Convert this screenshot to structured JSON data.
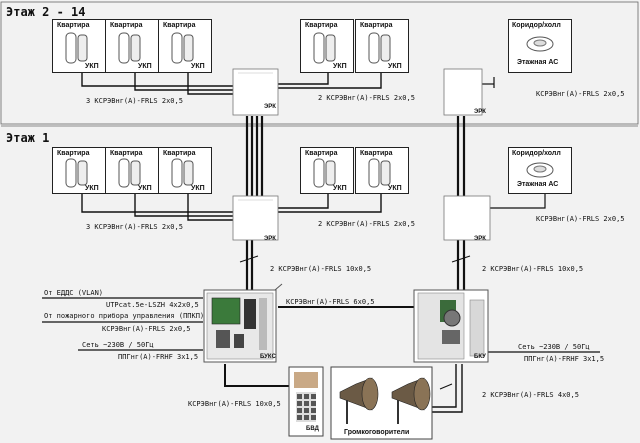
{
  "floors": {
    "upper": {
      "title": "Этаж 2 - 14"
    },
    "ground": {
      "title": "Этаж 1"
    }
  },
  "labels": {
    "apartment": "Квартира",
    "ukp": "УКП",
    "corridor": "Коридор/холл",
    "floor_as": "Этажная АС",
    "erk": "ЭРК",
    "buks": "БУКС",
    "bku": "БКУ",
    "bvd": "БВД",
    "speakers": "Громкоговорители"
  },
  "cables": {
    "upper_left": "3 КСРЭВнг(А)-FRLS 2х0,5",
    "upper_mid": "2 КСРЭВнг(А)-FRLS 2х0,5",
    "upper_right": "КСРЭВнг(А)-FRLS 2х0,5",
    "ground_left": "3 КСРЭВнг(А)-FRLS 2х0,5",
    "ground_mid": "2 КСРЭВнг(А)-FRLS 2х0,5",
    "ground_right": "КСРЭВнг(А)-FRLS 2х0,5",
    "riser_left": "2 КСРЭВнг(А)-FRLS 10х0,5",
    "riser_right": "2 КСРЭВнг(А)-FRLS 10х0,5",
    "edds_in": "От ЕДДС (VLAN)",
    "edds_cable": "UTPcat.5e-LSZH 4х2х0,5",
    "fire_in": "От пожарного прибора управления (ППКП)",
    "fire_cable": "КСРЭВнг(А)-FRLS 2х0,5",
    "mains_left": "Сеть ~230В / 50Гц",
    "mains_left_cable": "ППГнг(А)-FRHF 3х1,5",
    "link": "КСРЭВнг(А)-FRLS 6х0,5",
    "mains_right": "Сеть ~230В / 50Гц",
    "mains_right_cable": "ППГнг(А)-FRHF 3х1,5",
    "bvd_cable": "КСРЭВнг(А)-FRLS 10х0,5",
    "speaker_cable": "2 КСРЭВнг(А)-FRLS 4х0,5"
  }
}
